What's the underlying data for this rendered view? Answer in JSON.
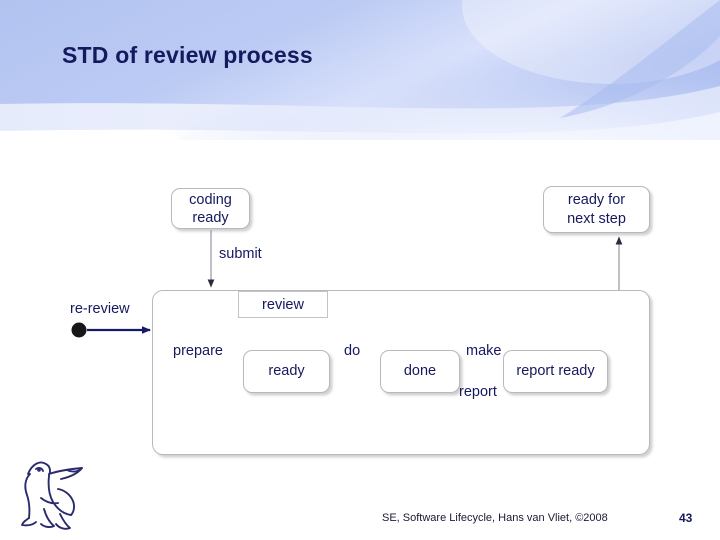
{
  "slide": {
    "title": "STD of review process",
    "page_number": "43",
    "footer": "SE, Software Lifecycle, Hans van Vliet,  ©2008"
  },
  "theme": {
    "banner_blue": "#b6c6f2",
    "banner_light": "#e3e9fc",
    "text_navy": "#15195e",
    "box_border": "#b9b9bd",
    "arrow_navy": "#151a66",
    "thin_line": "#8d8d96"
  },
  "diagram": {
    "type": "state-transition-diagram",
    "states": [
      {
        "id": "coding-ready",
        "label": "coding\nready",
        "line1": "coding",
        "line2": "ready"
      },
      {
        "id": "ready-next",
        "label": "ready for\nnext step",
        "line1": "ready for",
        "line2": "next step"
      },
      {
        "id": "review",
        "label": "review"
      },
      {
        "id": "ready",
        "label": "ready"
      },
      {
        "id": "done",
        "label": "done"
      },
      {
        "id": "report-ready",
        "label": "report ready"
      }
    ],
    "transitions": [
      {
        "from": "coding-ready",
        "to": "review",
        "label": "submit"
      },
      {
        "from": "initial-outer",
        "to": "review",
        "label": "re-review"
      },
      {
        "from": "initial-inner",
        "to": "ready",
        "label": "prepare"
      },
      {
        "from": "ready",
        "to": "done",
        "label": "do"
      },
      {
        "from": "done",
        "to": "report-ready",
        "label": "make\nreport",
        "label_line1": "make",
        "label_line2": "report"
      },
      {
        "from": "report-ready",
        "to": "ready-next",
        "label": ""
      }
    ],
    "labels": {
      "coding_line1": "coding",
      "coding_line2": "ready",
      "next_line1": "ready for",
      "next_line2": "next step",
      "review": "review",
      "ready": "ready",
      "done": "done",
      "report_ready": "report ready",
      "submit": "submit",
      "re_review": "re-review",
      "prepare": "prepare",
      "do": "do",
      "make": "make",
      "report": "report"
    },
    "icons": {
      "initial_state": "filled-circle",
      "arrowhead": "solid-triangle"
    }
  },
  "logo": {
    "name": "vu-griffin-logo"
  }
}
